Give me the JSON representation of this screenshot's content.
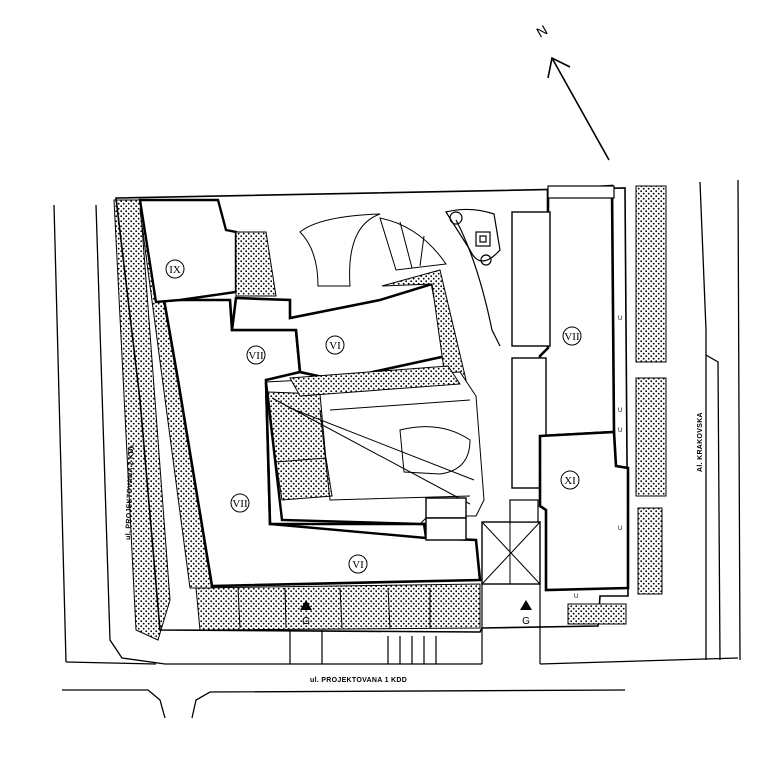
{
  "map": {
    "north_label": "N",
    "streets": {
      "west": "ul. PROJEKTOVANA 2 KDL",
      "south": "ul. PROJEKTOVANA 1 KDD",
      "east": "Al. KRAKOVSKA"
    },
    "building_labels": {
      "ix": "IX",
      "vii_north": "VII",
      "vi_north": "VI",
      "vii_west": "VII",
      "vi_south": "VI",
      "vii_east": "VII",
      "xi": "XI"
    },
    "garage_entries": {
      "west": "G",
      "east": "G"
    },
    "entry_marks": [
      "U",
      "U",
      "U",
      "U",
      "U"
    ]
  }
}
